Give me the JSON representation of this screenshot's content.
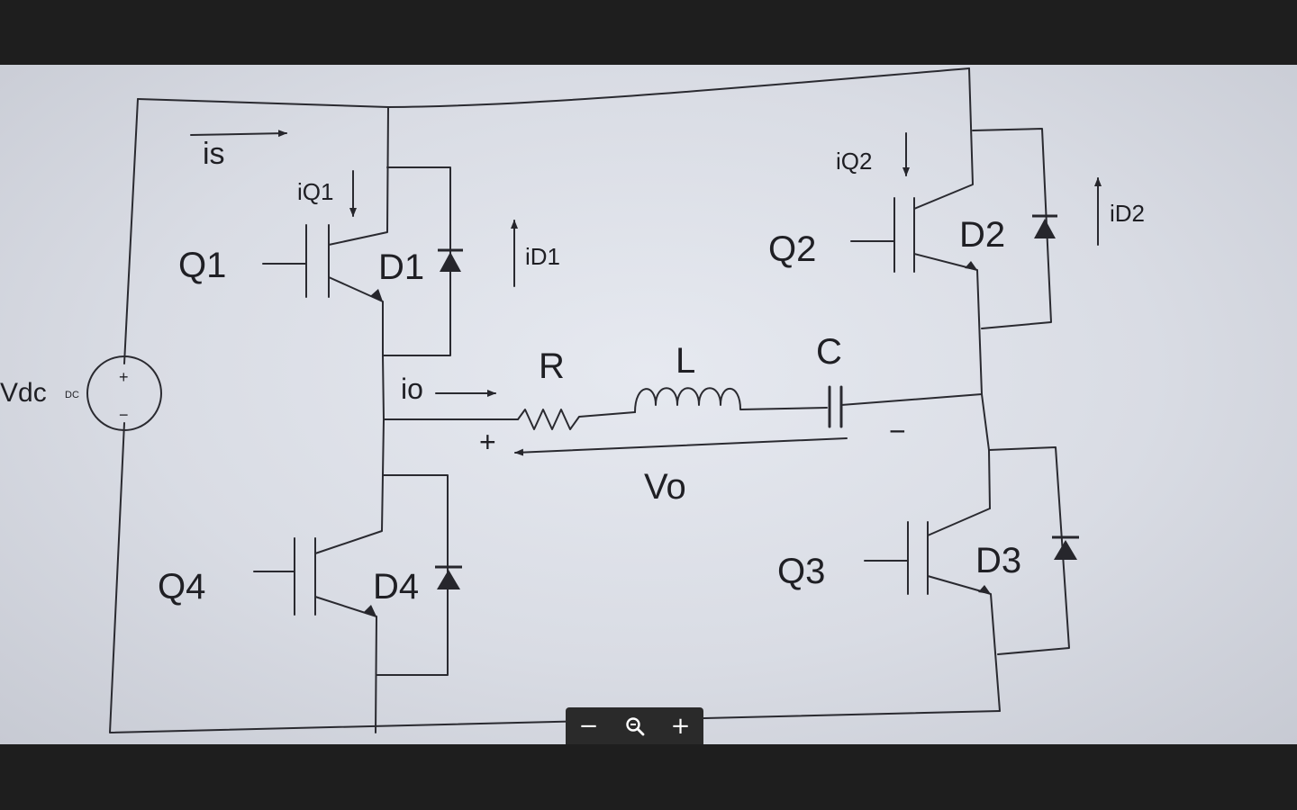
{
  "diagram": {
    "source_label": "Vdc",
    "source_tag": "DC",
    "source_plus": "+",
    "source_minus": "−",
    "current_is": "is",
    "current_iq1": "iQ1",
    "current_iq2": "iQ2",
    "current_id1": "iD1",
    "current_id2": "iD2",
    "current_io": "io",
    "switch_q1": "Q1",
    "switch_q2": "Q2",
    "switch_q3": "Q3",
    "switch_q4": "Q4",
    "diode_d1": "D1",
    "diode_d2": "D2",
    "diode_d3": "D3",
    "diode_d4": "D4",
    "resistor": "R",
    "inductor": "L",
    "capacitor": "C",
    "output_voltage": "Vo",
    "vo_plus": "+",
    "vo_minus": "−"
  },
  "zoom_controls": {
    "zoom_out": "−",
    "zoom_icon": "magnifier-icon",
    "zoom_in": "+"
  }
}
